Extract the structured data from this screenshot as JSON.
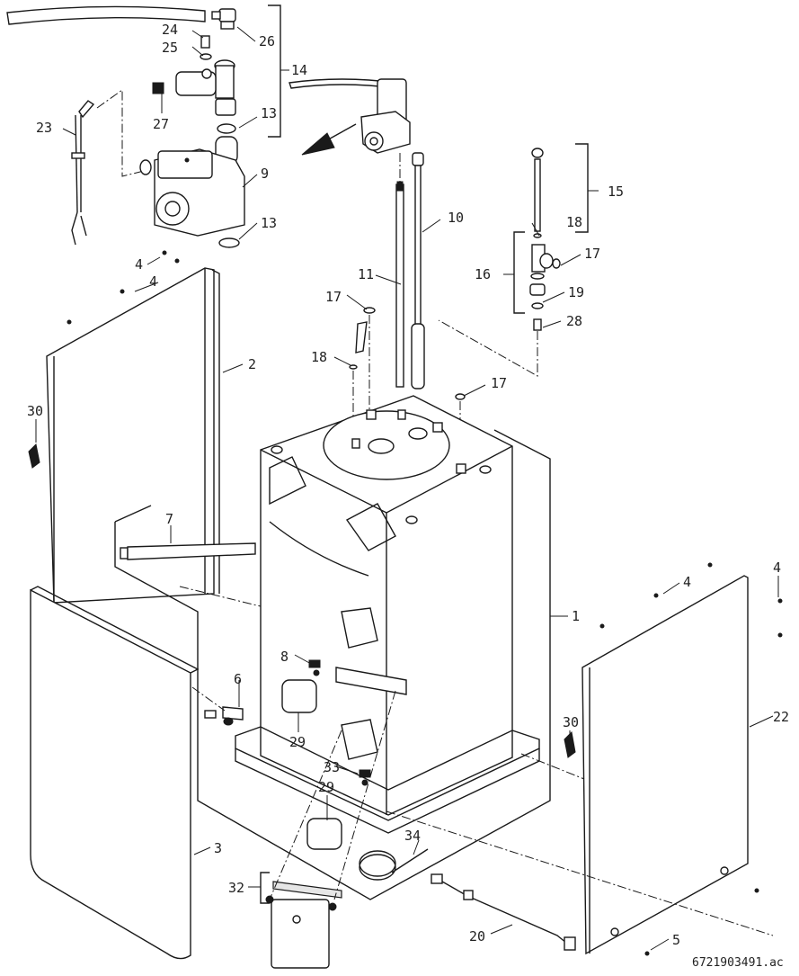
{
  "diagram": {
    "title": "Exploded parts view — water heater / storage tank unit",
    "drawing_id": "6721903491.ac",
    "flow_arrow": "direction-arrow",
    "callouts": [
      {
        "id": "c26",
        "label": "26",
        "part": "vent-fitting"
      },
      {
        "id": "c24",
        "label": "24",
        "part": "plug-nipple"
      },
      {
        "id": "c25",
        "label": "25",
        "part": "seal-ring"
      },
      {
        "id": "c14",
        "label": "14",
        "part": "pump-valve-assembly"
      },
      {
        "id": "c27",
        "label": "27",
        "part": "clip"
      },
      {
        "id": "c23",
        "label": "23",
        "part": "pump-cable"
      },
      {
        "id": "c13a",
        "label": "13",
        "part": "gasket"
      },
      {
        "id": "c9",
        "label": "9",
        "part": "circulation-pump"
      },
      {
        "id": "c13b",
        "label": "13",
        "part": "gasket"
      },
      {
        "id": "c15",
        "label": "15",
        "part": "anode-assembly"
      },
      {
        "id": "c10",
        "label": "10",
        "part": "anode-rod"
      },
      {
        "id": "c18a",
        "label": "18",
        "part": "o-ring"
      },
      {
        "id": "c16",
        "label": "16",
        "part": "tee-fitting-assembly"
      },
      {
        "id": "c17a",
        "label": "17",
        "part": "seal"
      },
      {
        "id": "c11",
        "label": "11",
        "part": "immersion-tube"
      },
      {
        "id": "c19",
        "label": "19",
        "part": "seal"
      },
      {
        "id": "c4a",
        "label": "4",
        "part": "screw"
      },
      {
        "id": "c4b",
        "label": "4",
        "part": "screw"
      },
      {
        "id": "c17b",
        "label": "17",
        "part": "seal"
      },
      {
        "id": "c28",
        "label": "28",
        "part": "nipple"
      },
      {
        "id": "c18b",
        "label": "18",
        "part": "o-ring"
      },
      {
        "id": "c2",
        "label": "2",
        "part": "side-panel-left"
      },
      {
        "id": "c17c",
        "label": "17",
        "part": "seal"
      },
      {
        "id": "c30a",
        "label": "30",
        "part": "handle"
      },
      {
        "id": "c7",
        "label": "7",
        "part": "drain-pipe"
      },
      {
        "id": "c1",
        "label": "1",
        "part": "storage-tank"
      },
      {
        "id": "c4c",
        "label": "4",
        "part": "screw"
      },
      {
        "id": "c4d",
        "label": "4",
        "part": "screw"
      },
      {
        "id": "c8",
        "label": "8",
        "part": "sensor-clip"
      },
      {
        "id": "c6",
        "label": "6",
        "part": "drain-valve"
      },
      {
        "id": "c22",
        "label": "22",
        "part": "side-panel-right"
      },
      {
        "id": "c30b",
        "label": "30",
        "part": "handle"
      },
      {
        "id": "c29a",
        "label": "29",
        "part": "insulation-cover"
      },
      {
        "id": "c33",
        "label": "33",
        "part": "sensor-clip"
      },
      {
        "id": "c29b",
        "label": "29",
        "part": "insulation-cover"
      },
      {
        "id": "c3",
        "label": "3",
        "part": "front-panel"
      },
      {
        "id": "c34",
        "label": "34",
        "part": "sensor-cable"
      },
      {
        "id": "c32",
        "label": "32",
        "part": "controller-mount"
      },
      {
        "id": "c20",
        "label": "20",
        "part": "power-cable"
      },
      {
        "id": "c5",
        "label": "5",
        "part": "screw"
      }
    ]
  }
}
